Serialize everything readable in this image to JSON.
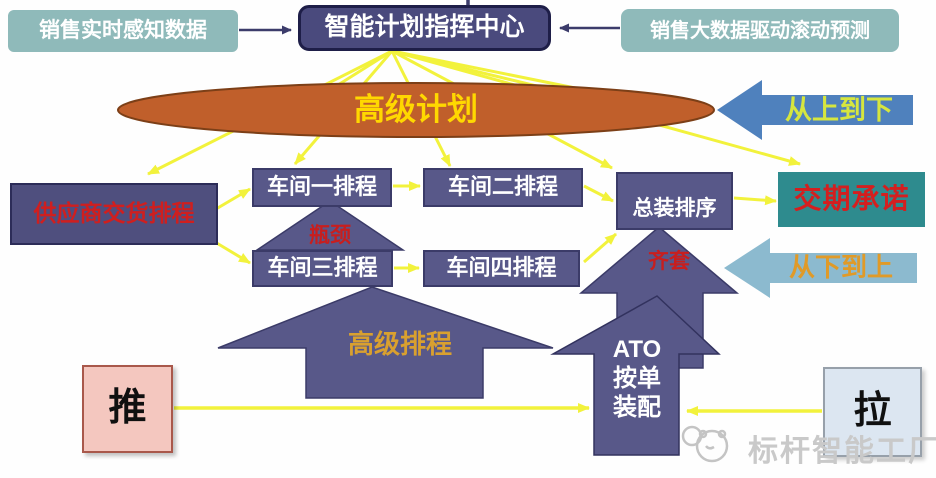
{
  "diagram": {
    "top": {
      "sales_realtime": "销售实时感知数据",
      "command_center": "智能计划指挥中心",
      "sales_bigdata": "销售大数据驱动滚动预测"
    },
    "planning": {
      "advanced_planning": "高级计划",
      "top_down": "从上到下",
      "bottom_up": "从下到上"
    },
    "scheduling": {
      "supplier_delivery": "供应商交货排程",
      "workshop1": "车间一排程",
      "workshop2": "车间二排程",
      "workshop3": "车间三排程",
      "workshop4": "车间四排程",
      "final_assembly": "总装排序",
      "delivery_promise": "交期承诺",
      "bottleneck": "瓶颈",
      "complete_set": "齐套",
      "advanced_scheduling": "高级排程"
    },
    "execution": {
      "ato_line1": "ATO",
      "ato_line2": "按单",
      "ato_line3": "装配",
      "push": "推",
      "pull": "拉"
    },
    "watermark": "标杆智能工厂"
  },
  "colors": {
    "teal_box": "#8fbaba",
    "navy_box": "#4a4a7d",
    "purple_box": "#585889",
    "ellipse_orange": "#c05f2b",
    "connector_yellow": "#f2f23c",
    "connector_navy": "#3c3c6b",
    "steel_blue_arrow": "#4f81bd",
    "light_blue_arrow": "#8cbacf",
    "red_text": "#c81e1e",
    "gold_text": "#ffd800",
    "delivery_teal": "#2e8b8e",
    "push_pink": "#f4c7bf",
    "pull_blue": "#dce6f1"
  }
}
